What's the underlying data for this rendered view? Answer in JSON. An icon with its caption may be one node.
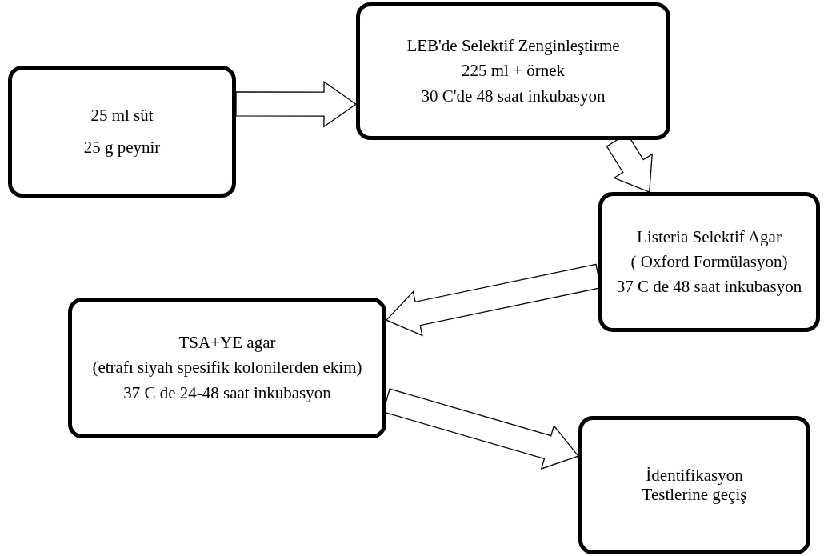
{
  "diagram": {
    "nodes": [
      {
        "text": [
          "25 ml süt",
          "25 g peynir"
        ]
      },
      {
        "text": [
          "LEB'de Selektif Zenginleştirme",
          "225 ml + örnek",
          "30 C'de 48 saat inkubasyon"
        ]
      },
      {
        "text": [
          "Listeria Selektif Agar",
          "( Oxford Formülasyon)",
          "37 C de 48 saat inkubasyon"
        ]
      },
      {
        "text": [
          "TSA+YE agar",
          "(etrafı siyah spesifik kolonilerden ekim)",
          "37 C de 24-48 saat inkubasyon"
        ]
      },
      {
        "text": [
          "İdentifikasyon Testlerine geçiş"
        ]
      }
    ],
    "edges": [
      {
        "from": 0,
        "to": 1,
        "arrow": "to"
      },
      {
        "from": 1,
        "to": 2,
        "arrow": "to"
      },
      {
        "from": 2,
        "to": 3,
        "arrow": "to"
      },
      {
        "from": 3,
        "to": 4,
        "arrow": "to"
      }
    ]
  }
}
